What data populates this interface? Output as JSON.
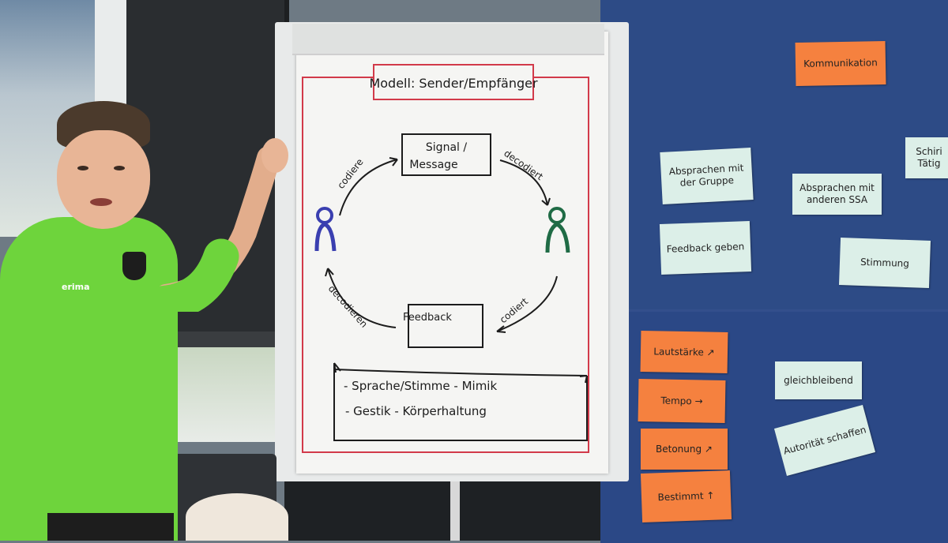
{
  "flipchart": {
    "title": "Modell: Sender/Empfänger",
    "signal_box": [
      "Signal /",
      "Message"
    ],
    "arrow_top_left": "codiere",
    "arrow_top_right": "decodiert",
    "feedback_box": "Feedback",
    "arrow_bottom_left": "decodieren",
    "arrow_bottom_right": "codiert",
    "channels_line1": "- Sprache/Stimme  - Mimik",
    "channels_line2": "- Gestik   - Körperhaltung",
    "colors": {
      "frame": "#d23a4a",
      "sender": "#3a3fb0",
      "receiver": "#1f6b45",
      "ink": "#1c1c1c"
    }
  },
  "shirt": {
    "brand": "erima"
  },
  "board": {
    "notes": [
      {
        "text": "Kommunikation",
        "color": "orange"
      },
      {
        "text": "Schiri Tätig",
        "color": "green"
      },
      {
        "text": "Absprachen mit der Gruppe",
        "color": "green"
      },
      {
        "text": "Absprachen mit anderen SSA",
        "color": "green"
      },
      {
        "text": "Feedback geben",
        "color": "green"
      },
      {
        "text": "Stimmung",
        "color": "green"
      },
      {
        "text": "Lautstärke ↗",
        "color": "orange"
      },
      {
        "text": "Tempo →",
        "color": "orange"
      },
      {
        "text": "Betonung ↗",
        "color": "orange"
      },
      {
        "text": "Bestimmt ↑",
        "color": "orange"
      },
      {
        "text": "gleichbleibend",
        "color": "green"
      },
      {
        "text": "Autorität schaffen",
        "color": "green"
      }
    ]
  }
}
